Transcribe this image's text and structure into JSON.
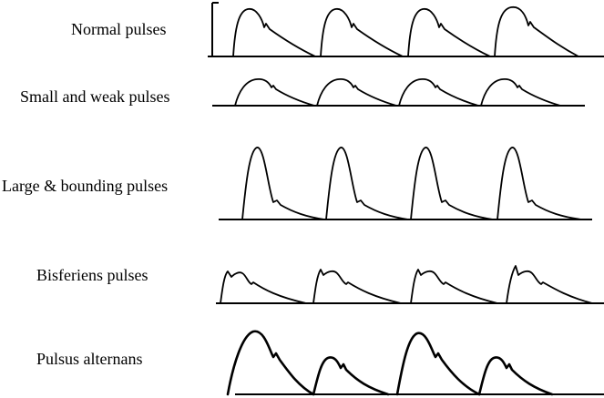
{
  "rows": [
    {
      "id": "normal",
      "label": "Normal pulses"
    },
    {
      "id": "small-weak",
      "label": "Small and weak pulses"
    },
    {
      "id": "large-bounding",
      "label": "Large & bounding pulses"
    },
    {
      "id": "bisferiens",
      "label": "Bisferiens pulses"
    },
    {
      "id": "alternans",
      "label": "Pulsus alternans"
    }
  ]
}
